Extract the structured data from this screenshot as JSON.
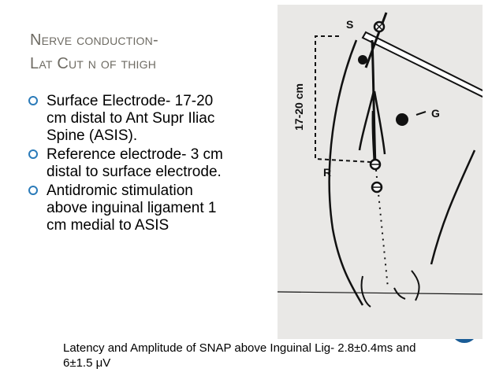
{
  "slide": {
    "title_line1": "Nerve conduction-",
    "title_line2": "Lat Cut n of thigh",
    "bullets": [
      "Surface Electrode- 17-20 cm distal to Ant Supr Iliac Spine (ASIS).",
      "Reference electrode- 3 cm distal to surface electrode.",
      "Antidromic stimulation above inguinal ligament 1 cm medial to ASIS"
    ],
    "caption": "Latency and Amplitude of SNAP above Inguinal Lig- 2.8±0.4ms and 6±1.5 μV"
  },
  "figure": {
    "labels": {
      "stim": "S",
      "ground": "G",
      "reference": "R",
      "distance": "17-20 cm"
    }
  },
  "colors": {
    "title": "#6e6b63",
    "bullet": "#2b7bb9",
    "accent": "#1a5c96",
    "figure_bg": "#e9e8e6"
  },
  "icons": [
    "bullet-circle-icon",
    "stimulator-icon",
    "electrode-icon",
    "ground-electrode-icon"
  ]
}
